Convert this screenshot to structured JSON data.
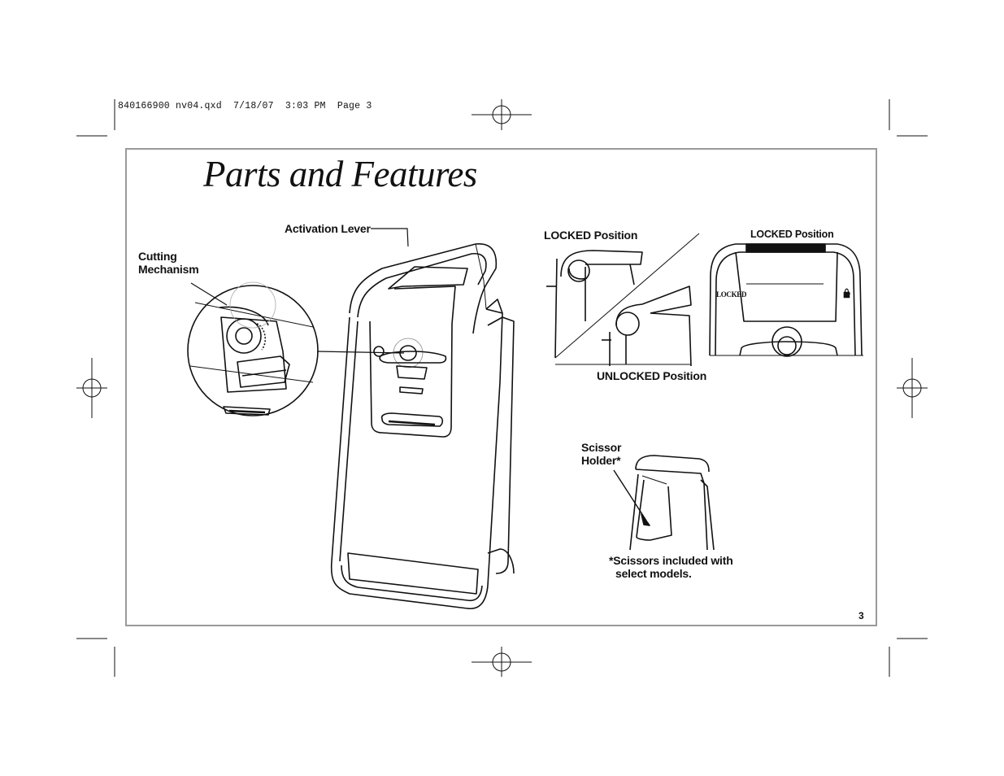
{
  "print_slug": "840166900 nv04.qxd  7/18/07  3:03 PM  Page 3",
  "title": "Parts and Features",
  "labels": {
    "activation_lever": "Activation Lever",
    "cutting_1": "Cutting",
    "cutting_2": "Mechanism",
    "locked_left": "LOCKED Position",
    "unlocked": "UNLOCKED Position",
    "locked_right": "LOCKED Position",
    "locked_badge": "LOCKED",
    "scissor_1": "Scissor",
    "scissor_2": "Holder*",
    "footnote_1": "*Scissors included with",
    "footnote_2": "select models."
  },
  "page_number": "3"
}
